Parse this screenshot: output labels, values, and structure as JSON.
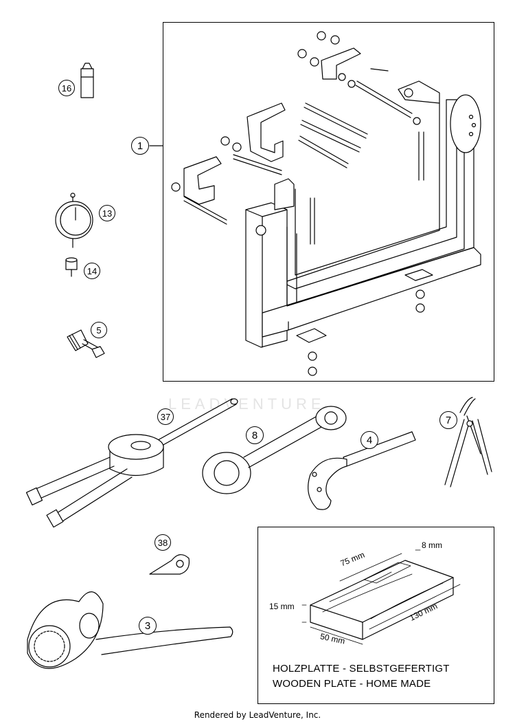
{
  "callouts": {
    "c1": "1",
    "c16": "16",
    "c13": "13",
    "c14": "14",
    "c5": "5",
    "c37": "37",
    "c8": "8",
    "c4": "4",
    "c7": "7",
    "c38": "38",
    "c3": "3"
  },
  "wooden_plate": {
    "dim_length_top": "75 mm",
    "dim_groove": "8 mm",
    "dim_thickness": "15 mm",
    "dim_length": "130 mm",
    "dim_width": "50 mm",
    "caption_de": "HOLZPLATTE - SELBSTGEFERTIGT",
    "caption_en": "WOODEN PLATE - HOME MADE"
  },
  "watermark": "LEADVENTURE",
  "footer": "Rendered by LeadVenture, Inc."
}
